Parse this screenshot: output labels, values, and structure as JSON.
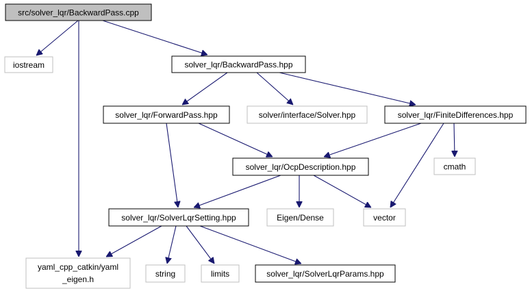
{
  "colors": {
    "edge": "#191970",
    "root_fill": "#bfbfbf",
    "root_stroke": "#000000",
    "local_stroke": "#000000",
    "system_stroke": "#bfbfbf",
    "text": "#000000"
  },
  "nodes": {
    "root": {
      "label": "src/solver_lqr/BackwardPass.cpp"
    },
    "iostream": {
      "label": "iostream"
    },
    "backward_hpp": {
      "label": "solver_lqr/BackwardPass.hpp"
    },
    "forward_hpp": {
      "label": "solver_lqr/ForwardPass.hpp"
    },
    "solver_iface": {
      "label": "solver/interface/Solver.hpp"
    },
    "finite_diff": {
      "label": "solver_lqr/FiniteDifferences.hpp"
    },
    "ocp_desc": {
      "label": "solver_lqr/OcpDescription.hpp"
    },
    "cmath": {
      "label": "cmath"
    },
    "setting_hpp": {
      "label": "solver_lqr/SolverLqrSetting.hpp"
    },
    "eigen_dense": {
      "label": "Eigen/Dense"
    },
    "vector": {
      "label": "vector"
    },
    "yaml_eigen": {
      "label_line1": "yaml_cpp_catkin/yaml",
      "label_line2": "_eigen.h"
    },
    "string": {
      "label": "string"
    },
    "limits": {
      "label": "limits"
    },
    "params_hpp": {
      "label": "solver_lqr/SolverLqrParams.hpp"
    }
  },
  "edges": [
    [
      "root",
      "iostream"
    ],
    [
      "root",
      "backward_hpp"
    ],
    [
      "root",
      "yaml_eigen"
    ],
    [
      "backward_hpp",
      "forward_hpp"
    ],
    [
      "backward_hpp",
      "solver_iface"
    ],
    [
      "backward_hpp",
      "finite_diff"
    ],
    [
      "forward_hpp",
      "ocp_desc"
    ],
    [
      "forward_hpp",
      "setting_hpp"
    ],
    [
      "finite_diff",
      "ocp_desc"
    ],
    [
      "finite_diff",
      "cmath"
    ],
    [
      "finite_diff",
      "vector"
    ],
    [
      "ocp_desc",
      "setting_hpp"
    ],
    [
      "ocp_desc",
      "eigen_dense"
    ],
    [
      "ocp_desc",
      "vector"
    ],
    [
      "setting_hpp",
      "yaml_eigen"
    ],
    [
      "setting_hpp",
      "string"
    ],
    [
      "setting_hpp",
      "limits"
    ],
    [
      "setting_hpp",
      "params_hpp"
    ]
  ]
}
